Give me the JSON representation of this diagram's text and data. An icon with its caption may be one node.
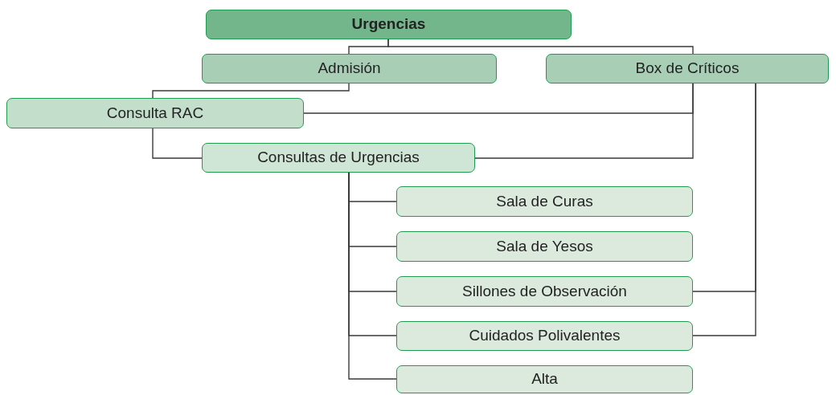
{
  "diagram": {
    "nodes": [
      {
        "text": [
          "Urgencias"
        ]
      },
      {
        "text": [
          "Admisión"
        ]
      },
      {
        "text": [
          "Box de Críticos"
        ]
      },
      {
        "text": [
          "Consulta RAC"
        ]
      },
      {
        "text": [
          "Consultas de Urgencias"
        ]
      },
      {
        "text": [
          "Sala de Curas"
        ]
      },
      {
        "text": [
          "Sala de Yesos"
        ]
      },
      {
        "text": [
          "Sillones de Observación"
        ]
      },
      {
        "text": [
          "Cuidados Polivalentes"
        ]
      },
      {
        "text": [
          "Alta"
        ]
      }
    ],
    "edges": [
      {
        "from": 0,
        "to": 1,
        "arrow": "none"
      },
      {
        "from": 0,
        "to": 2,
        "arrow": "none"
      },
      {
        "from": 1,
        "to": 3,
        "arrow": "none"
      },
      {
        "from": 2,
        "to": 3,
        "arrow": "none"
      },
      {
        "from": 2,
        "to": 4,
        "arrow": "none"
      },
      {
        "from": 3,
        "to": 4,
        "arrow": "none"
      },
      {
        "from": 4,
        "to": 5,
        "arrow": "none"
      },
      {
        "from": 4,
        "to": 6,
        "arrow": "none"
      },
      {
        "from": 4,
        "to": 7,
        "arrow": "none"
      },
      {
        "from": 4,
        "to": 8,
        "arrow": "none"
      },
      {
        "from": 4,
        "to": 9,
        "arrow": "none"
      },
      {
        "from": 2,
        "to": 7,
        "arrow": "none"
      },
      {
        "from": 2,
        "to": 8,
        "arrow": "none"
      }
    ]
  }
}
